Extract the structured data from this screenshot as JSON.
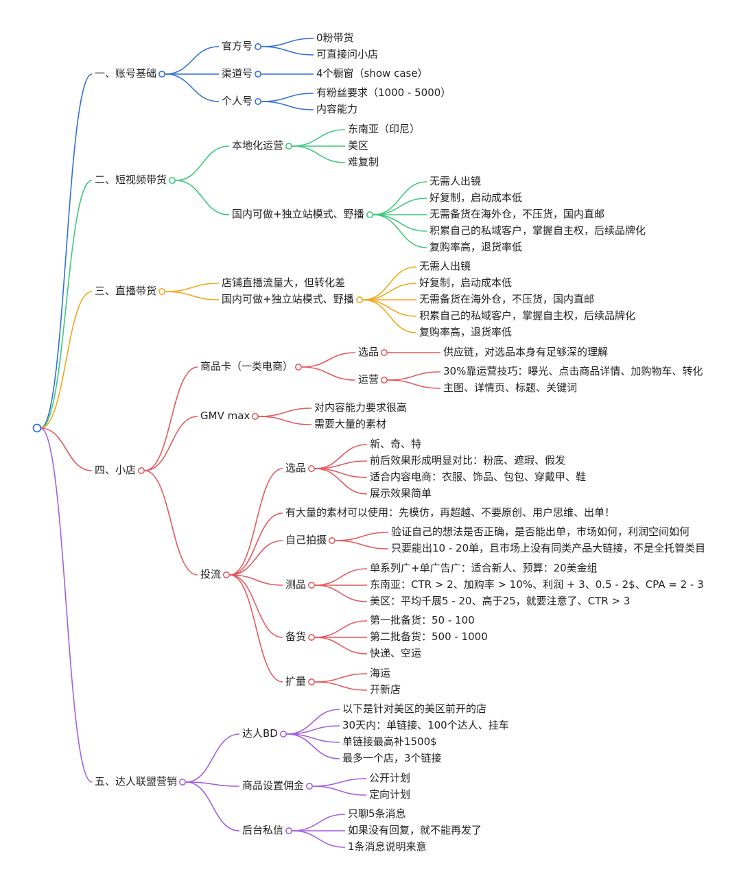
{
  "colors": [
    "#2f6fdb",
    "#3cc978",
    "#f2a516",
    "#e5575c",
    "#a35ee0"
  ],
  "mindmap": {
    "children": [
      {
        "label": "一、账号基础",
        "children": [
          {
            "label": "官方号",
            "children": [
              {
                "label": "0粉带货"
              },
              {
                "label": "可直接问小店"
              }
            ]
          },
          {
            "label": "渠道号",
            "children": [
              {
                "label": "4个橱窗（show case）"
              }
            ]
          },
          {
            "label": "个人号",
            "children": [
              {
                "label": "有粉丝要求（1000 - 5000）"
              },
              {
                "label": "内容能力"
              }
            ]
          }
        ]
      },
      {
        "label": "二、短视频带货",
        "children": [
          {
            "label": "本地化运营",
            "children": [
              {
                "label": "东南亚（印尼）"
              },
              {
                "label": "美区"
              },
              {
                "label": "难复制"
              }
            ]
          },
          {
            "label": "国内可做+独立站模式、野播",
            "children": [
              {
                "label": "无需人出镜"
              },
              {
                "label": "好复制，启动成本低"
              },
              {
                "label": "无需备货在海外仓，不压货，国内直邮"
              },
              {
                "label": "积累自己的私域客户，掌握自主权，后续品牌化"
              },
              {
                "label": "复购率高，退货率低"
              }
            ]
          }
        ]
      },
      {
        "label": "三、直播带货",
        "children": [
          {
            "label": "店铺直播流量大，但转化差"
          },
          {
            "label": "国内可做+独立站模式、野播",
            "children": [
              {
                "label": "无需人出镜"
              },
              {
                "label": "好复制，启动成本低"
              },
              {
                "label": "无需备货在海外仓，不压货，国内直邮"
              },
              {
                "label": "积累自己的私域客户，掌握自主权，后续品牌化"
              },
              {
                "label": "复购率高，退货率低"
              }
            ]
          }
        ]
      },
      {
        "label": "四、小店",
        "children": [
          {
            "label": "商品卡（一类电商）",
            "children": [
              {
                "label": "选品",
                "children": [
                  {
                    "label": "供应链，对选品本身有足够深的理解"
                  }
                ]
              },
              {
                "label": "运营",
                "children": [
                  {
                    "label": "30%靠运营技巧：曝光、点击商品详情、加购物车、转化"
                  },
                  {
                    "label": "主图、详情页、标题、关键词"
                  }
                ]
              }
            ]
          },
          {
            "label": "GMV max",
            "children": [
              {
                "label": "对内容能力要求很高"
              },
              {
                "label": "需要大量的素材"
              }
            ]
          },
          {
            "label": "投流",
            "children": [
              {
                "label": "选品",
                "children": [
                  {
                    "label": "新、奇、特"
                  },
                  {
                    "label": "前后效果形成明显对比：粉底、遮瑕、假发"
                  },
                  {
                    "label": "适合内容电商：衣服、饰品、包包、穿戴甲、鞋"
                  },
                  {
                    "label": "展示效果简单"
                  }
                ]
              },
              {
                "label": "有大量的素材可以使用：先模仿，再超越、不要原创、用户思维、出单！"
              },
              {
                "label": "自己拍摄",
                "children": [
                  {
                    "label": "验证自己的想法是否正确，是否能出单，市场如何，利润空间如何"
                  },
                  {
                    "label": "只要能出10 - 20单，且市场上没有同类产品大链接，不是全托管类目"
                  }
                ]
              },
              {
                "label": "测品",
                "children": [
                  {
                    "label": "单系列广+单广告广：适合新人、预算：20美金组"
                  },
                  {
                    "label": "东南亚：CTR > 2、加购率 > 10%、利润 + 3、0.5 - 2$、CPA = 2 - 3"
                  },
                  {
                    "label": "美区：平均千展5 - 20、高于25，就要注意了、CTR > 3"
                  }
                ]
              },
              {
                "label": "备货",
                "children": [
                  {
                    "label": "第一批备货：50 - 100"
                  },
                  {
                    "label": "第二批备货：500 - 1000"
                  },
                  {
                    "label": "快递、空运"
                  }
                ]
              },
              {
                "label": "扩量",
                "children": [
                  {
                    "label": "海运"
                  },
                  {
                    "label": "开新店"
                  }
                ]
              }
            ]
          }
        ]
      },
      {
        "label": "五、达人联盟营销",
        "children": [
          {
            "label": "达人BD",
            "children": [
              {
                "label": "以下是针对美区的美区前开的店"
              },
              {
                "label": "30天内：单链接、100个达人、挂车"
              },
              {
                "label": "单链接最高补1500$"
              },
              {
                "label": "最多一个店，3个链接"
              }
            ]
          },
          {
            "label": "商品设置佣金",
            "children": [
              {
                "label": "公开计划"
              },
              {
                "label": "定向计划"
              }
            ]
          },
          {
            "label": "后台私信",
            "children": [
              {
                "label": "只聊5条消息"
              },
              {
                "label": "如果没有回复，就不能再发了"
              },
              {
                "label": "1条消息说明来意"
              }
            ]
          }
        ]
      }
    ]
  }
}
